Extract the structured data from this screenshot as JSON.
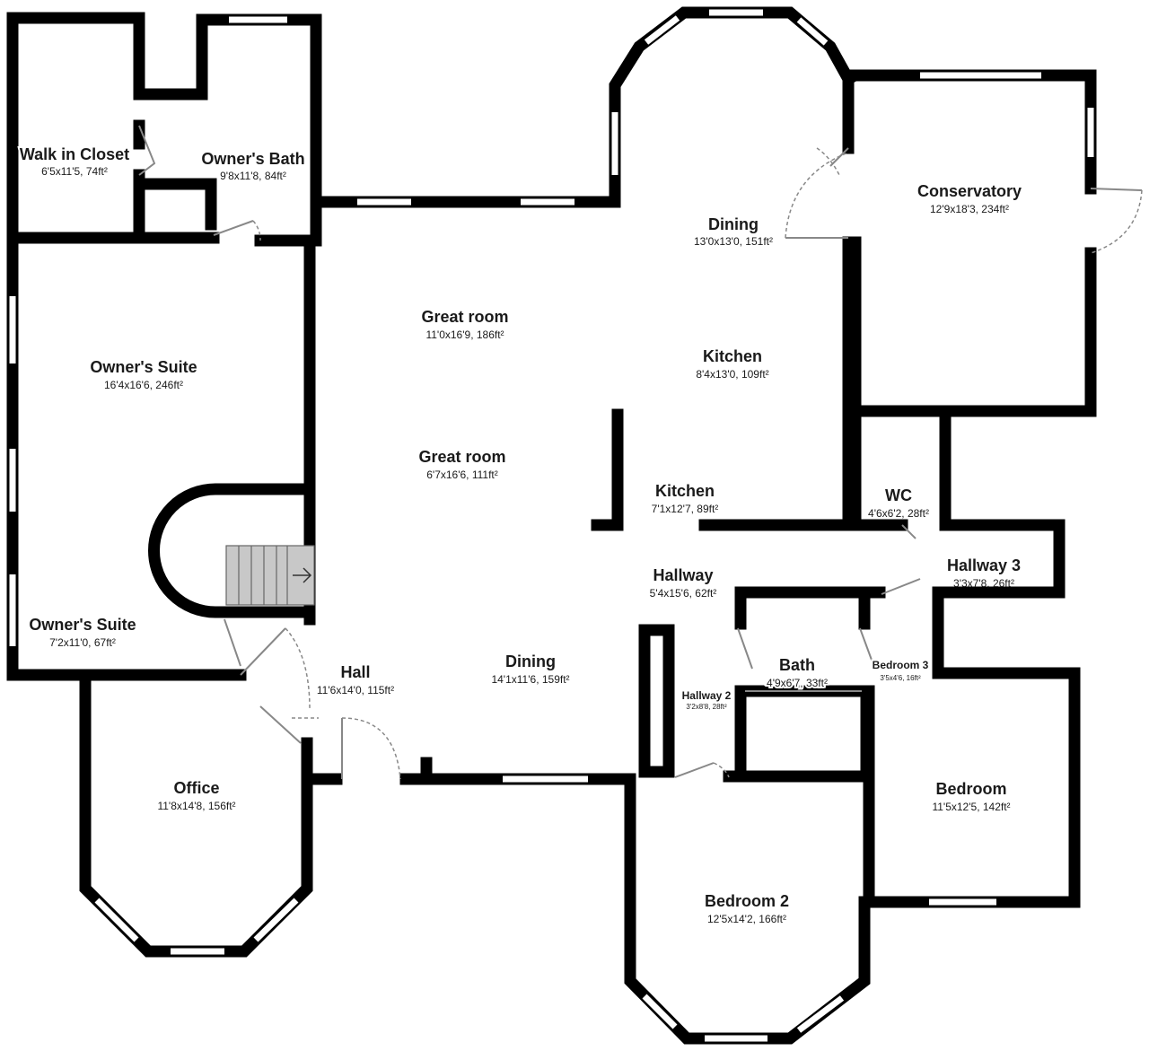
{
  "rooms": {
    "walk_in_closet": {
      "name": "Walk in Closet",
      "dims": "6'5x11'5, 74ft²"
    },
    "owners_bath": {
      "name": "Owner's Bath",
      "dims": "9'8x11'8, 84ft²"
    },
    "owners_suite_main": {
      "name": "Owner's Suite",
      "dims": "16'4x16'6, 246ft²"
    },
    "owners_suite_small": {
      "name": "Owner's Suite",
      "dims": "7'2x11'0, 67ft²"
    },
    "great_room_top": {
      "name": "Great room",
      "dims": "11'0x16'9, 186ft²"
    },
    "great_room_mid": {
      "name": "Great room",
      "dims": "6'7x16'6, 111ft²"
    },
    "dining_top": {
      "name": "Dining",
      "dims": "13'0x13'0, 151ft²"
    },
    "conservatory": {
      "name": "Conservatory",
      "dims": "12'9x18'3, 234ft²"
    },
    "kitchen_main": {
      "name": "Kitchen",
      "dims": "8'4x13'0, 109ft²"
    },
    "kitchen_small": {
      "name": "Kitchen",
      "dims": "7'1x12'7, 89ft²"
    },
    "wc": {
      "name": "WC",
      "dims": "4'6x6'2, 28ft²"
    },
    "hallway_3": {
      "name": "Hallway 3",
      "dims": "3'3x7'8, 26ft²"
    },
    "hallway": {
      "name": "Hallway",
      "dims": "5'4x15'6, 62ft²"
    },
    "hall": {
      "name": "Hall",
      "dims": "11'6x14'0, 115ft²"
    },
    "dining_bottom": {
      "name": "Dining",
      "dims": "14'1x11'6, 159ft²"
    },
    "hallway_2": {
      "name": "Hallway 2",
      "dims": "3'2x8'8, 28ft²"
    },
    "bath": {
      "name": "Bath",
      "dims": "4'9x6'7, 33ft²"
    },
    "bedroom_3": {
      "name": "Bedroom 3",
      "dims": "3'5x4'6, 16ft²"
    },
    "office": {
      "name": "Office",
      "dims": "11'8x14'8, 156ft²"
    },
    "bedroom": {
      "name": "Bedroom",
      "dims": "11'5x12'5, 142ft²"
    },
    "bedroom_2": {
      "name": "Bedroom 2",
      "dims": "12'5x14'2, 166ft²"
    }
  },
  "icons": {
    "stairs": "stairs-up-arrow-icon"
  },
  "colors": {
    "wall": "#000000",
    "stairs": "#c8c8c8",
    "door": "#888888"
  }
}
